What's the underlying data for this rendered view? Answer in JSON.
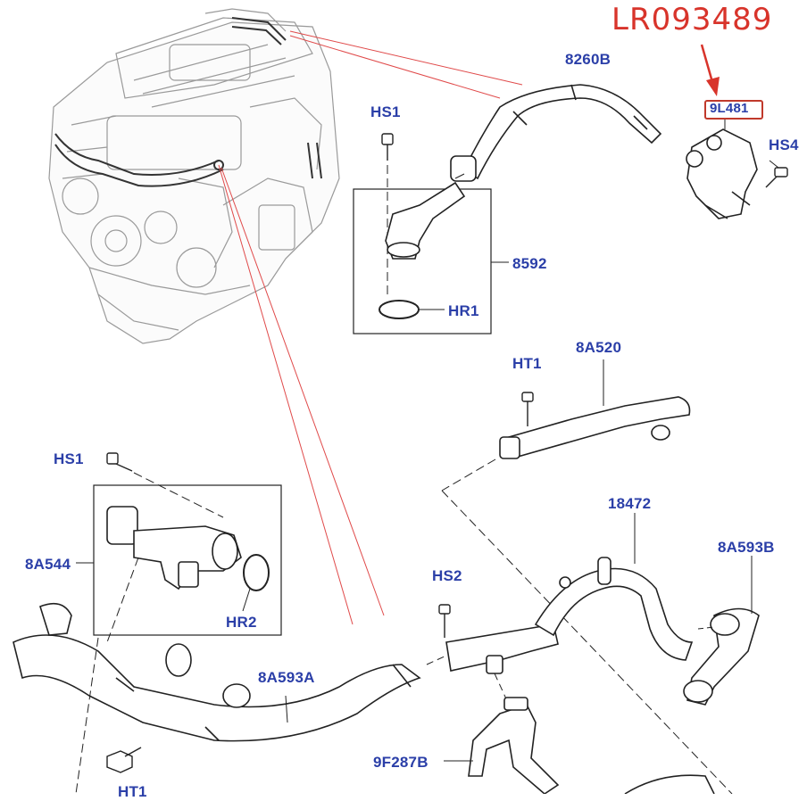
{
  "highlight_part_number": "LR093489",
  "labels": {
    "p8260B": "8260B",
    "p9L481": "9L481",
    "hs1_top": "HS1",
    "hs4": "HS4",
    "p8592": "8592",
    "hr1": "HR1",
    "ht1": "HT1",
    "p8A520": "8A520",
    "hs1_left": "HS1",
    "p8A544": "8A544",
    "hr2": "HR2",
    "p18472": "18472",
    "p8A593B": "8A593B",
    "hs2": "HS2",
    "p8A593A": "8A593A",
    "p9F287B": "9F287B",
    "ht1_bottom": "HT1"
  },
  "colors": {
    "label_blue": "#2b3fa8",
    "callout_red": "#d8342b",
    "line_art": "#555555"
  }
}
